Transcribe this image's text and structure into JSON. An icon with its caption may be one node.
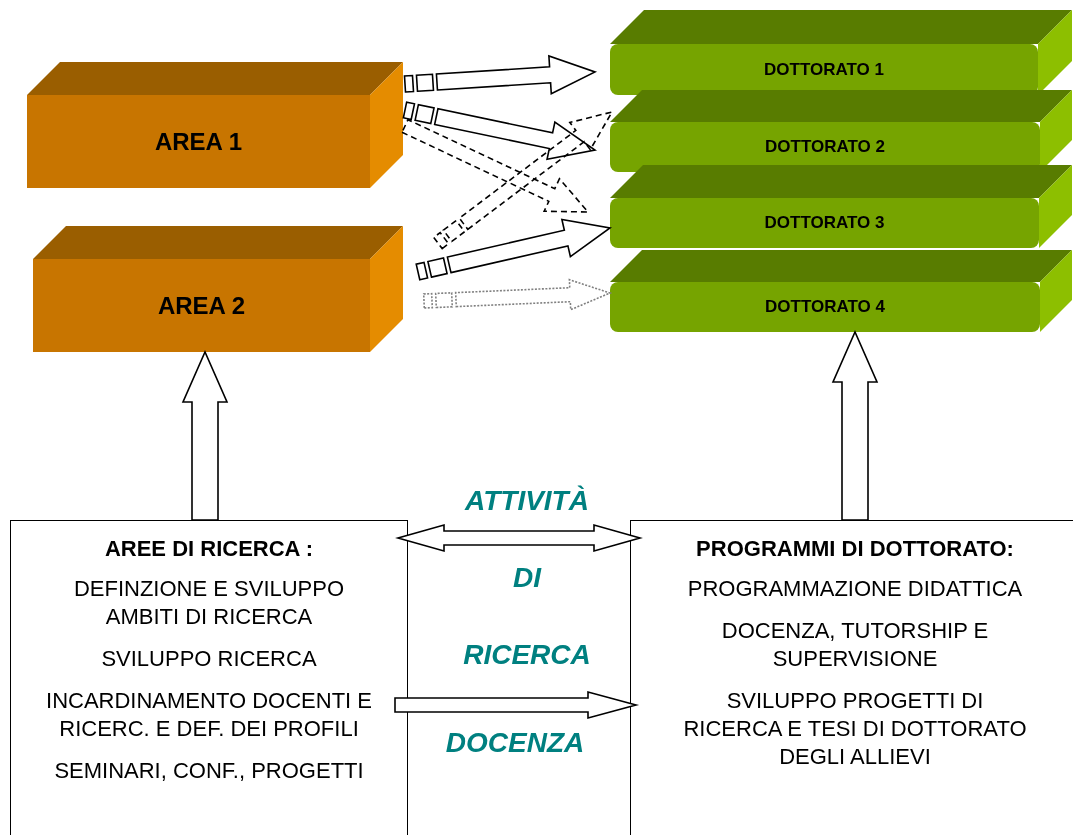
{
  "diagram": {
    "nodes": [
      {
        "text": [
          "AREA 1"
        ]
      },
      {
        "text": [
          "AREA 2"
        ]
      },
      {
        "text": [
          "DOTTORATO 1"
        ]
      },
      {
        "text": [
          "DOTTORATO 2"
        ]
      },
      {
        "text": [
          "DOTTORATO 3"
        ]
      },
      {
        "text": [
          "DOTTORATO 4"
        ]
      },
      {
        "text": [
          "AREE DI RICERCA :",
          "DEFINZIONE E SVILUPPO AMBITI DI RICERCA",
          "SVILUPPO RICERCA",
          "INCARDINAMENTO DOCENTI E RICERC. E DEF. DEI PROFILI",
          "SEMINARI, CONF., PROGETTI"
        ]
      },
      {
        "text": [
          "PROGRAMMI DI DOTTORATO:",
          "PROGRAMMAZIONE DIDATTICA",
          "DOCENZA, TUTORSHIP E SUPERVISIONE",
          "SVILUPPO PROGETTI DI RICERCA E TESI DI DOTTORATO DEGLI ALLIEVI"
        ]
      }
    ],
    "edges": [
      {
        "from": 0,
        "to": 2,
        "arrow": "to"
      },
      {
        "from": 0,
        "to": 3,
        "arrow": "to"
      },
      {
        "from": 0,
        "to": 4,
        "arrow": "to",
        "style": "dashed"
      },
      {
        "from": 1,
        "to": 2,
        "arrow": "to",
        "style": "dashed"
      },
      {
        "from": 1,
        "to": 4,
        "arrow": "to"
      },
      {
        "from": 1,
        "to": 5,
        "arrow": "to",
        "style": "dashed",
        "color": "#808080"
      },
      {
        "from": 6,
        "to": 1,
        "arrow": "to"
      },
      {
        "from": 7,
        "to": 5,
        "arrow": "to"
      },
      {
        "from": 6,
        "to": 7,
        "arrow": "both",
        "label": "ATTIVITÀ DI RICERCA"
      },
      {
        "from": 6,
        "to": 7,
        "arrow": "to",
        "label": "DOCENZA"
      }
    ]
  }
}
